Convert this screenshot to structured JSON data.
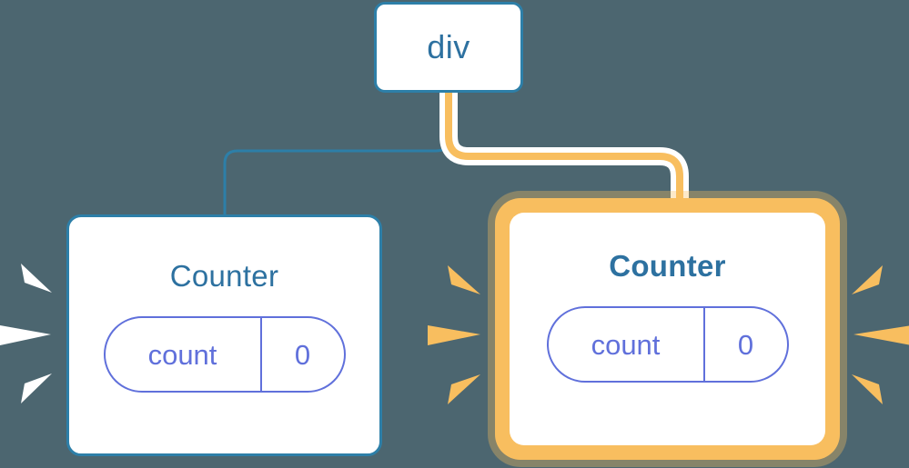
{
  "diagram": {
    "type": "component-tree-rerender",
    "background_color": "#4c6670",
    "accent_blue": "#2d7fa8",
    "accent_orange": "#f8be5f",
    "accent_purple": "#6070db",
    "title_blue": "#2d71a0"
  },
  "nodes": {
    "root": {
      "label": "div",
      "highlighted": false
    },
    "left_counter": {
      "title": "Counter",
      "highlighted": false,
      "state": {
        "key": "count",
        "value": "0"
      }
    },
    "right_counter": {
      "title": "Counter",
      "highlighted": true,
      "state": {
        "key": "count",
        "value": "0"
      }
    }
  },
  "edges": [
    {
      "name": "div-to-left-counter",
      "color": "#2d7fa8",
      "highlighted": false
    },
    {
      "name": "div-to-right-counter",
      "color": "#f8be5f",
      "highlighted": true
    }
  ],
  "bursts": [
    {
      "name": "left-counter-burst",
      "color": "#ffffff",
      "direction": "right",
      "rays": 3
    },
    {
      "name": "right-counter-burst-left",
      "color": "#f8be5f",
      "direction": "right",
      "rays": 3
    },
    {
      "name": "right-counter-burst-right",
      "color": "#f8be5f",
      "direction": "left",
      "rays": 3
    }
  ]
}
